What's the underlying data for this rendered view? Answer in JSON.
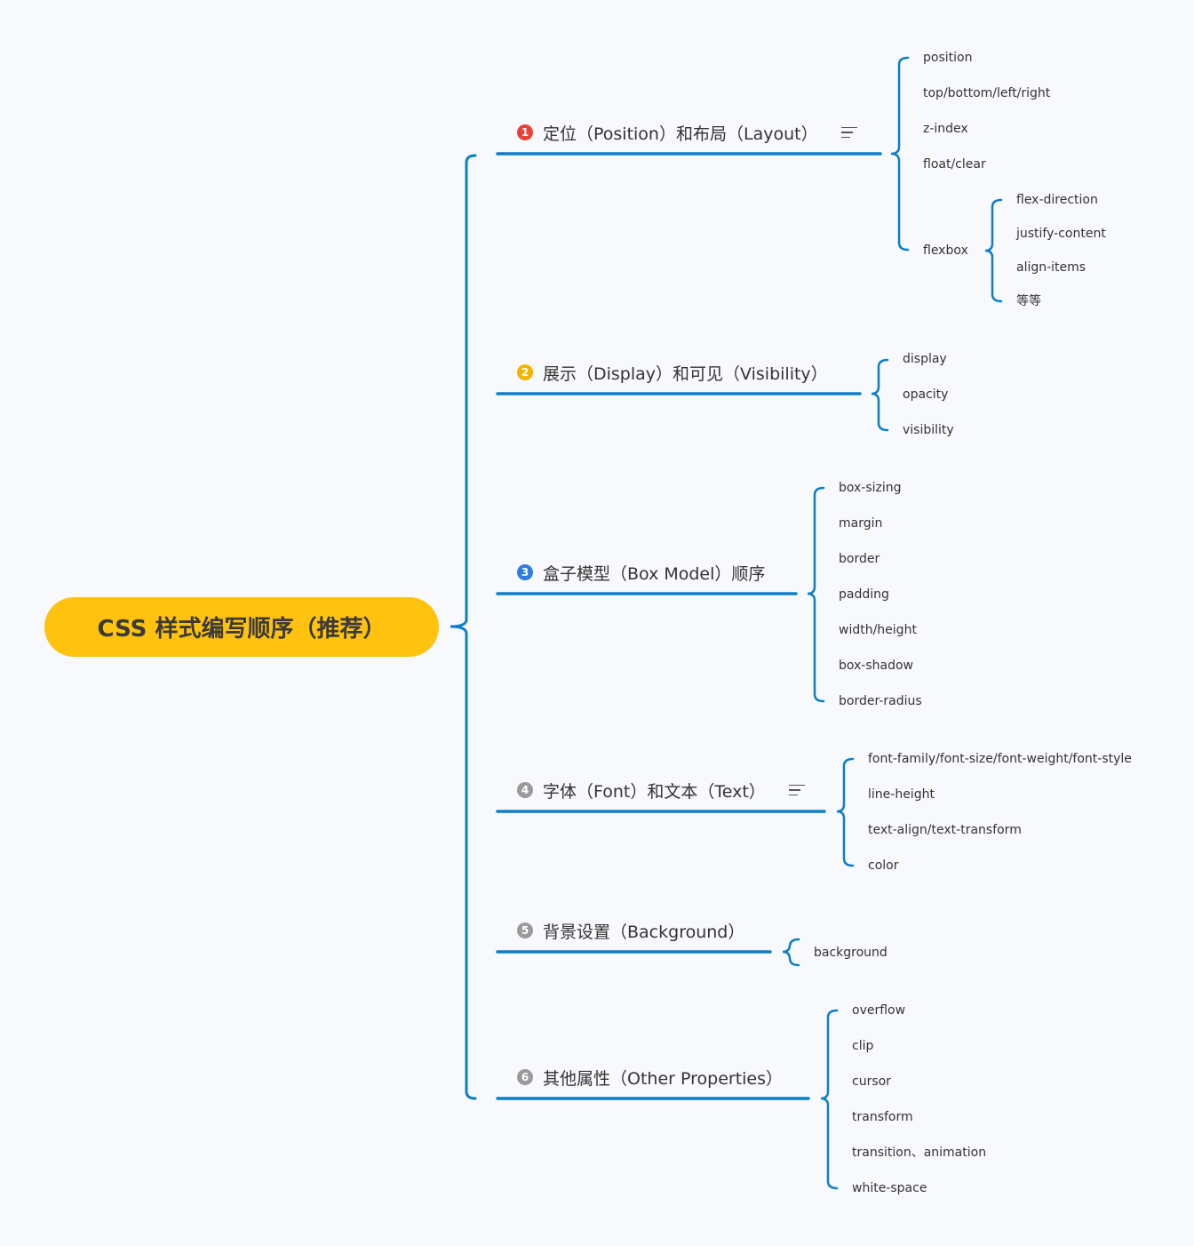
{
  "accent_line_color": "#0d7fc7",
  "root": {
    "title": "CSS 样式编写顺序（推荐）",
    "color": "#ffc20e"
  },
  "branches": [
    {
      "number": "1",
      "badge_color": "#e8413a",
      "label": "定位（Position）和布局（Layout）",
      "has_note": true,
      "children": [
        "position",
        "top/bottom/left/right",
        "z-index",
        "float/clear",
        "flexbox"
      ],
      "subchildren": {
        "parent": "flexbox",
        "items": [
          "flex-direction",
          "justify-content",
          "align-items",
          "等等"
        ]
      }
    },
    {
      "number": "2",
      "badge_color": "#f4b400",
      "label": "展示（Display）和可见（Visibility）",
      "has_note": false,
      "children": [
        "display",
        "opacity",
        "visibility"
      ]
    },
    {
      "number": "3",
      "badge_color": "#2f7de1",
      "label": "盒子模型（Box Model）顺序",
      "has_note": false,
      "children": [
        "box-sizing",
        "margin",
        "border",
        "padding",
        "width/height",
        "box-shadow",
        "border-radius"
      ]
    },
    {
      "number": "4",
      "badge_color": "#9a9a9a",
      "label": "字体（Font）和文本（Text）",
      "has_note": true,
      "children": [
        "font-family/font-size/font-weight/font-style",
        "line-height",
        "text-align/text-transform",
        "color"
      ]
    },
    {
      "number": "5",
      "badge_color": "#9a9a9a",
      "label": "背景设置（Background）",
      "has_note": false,
      "children": [
        "background"
      ]
    },
    {
      "number": "6",
      "badge_color": "#9a9a9a",
      "label": "其他属性（Other Properties）",
      "has_note": false,
      "children": [
        "overflow",
        "clip",
        "cursor",
        "transform",
        "transition、animation",
        "white-space"
      ]
    }
  ]
}
